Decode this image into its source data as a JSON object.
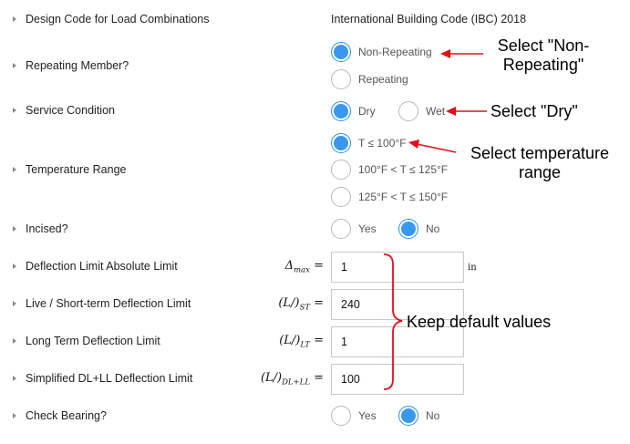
{
  "rows": {
    "design_code": {
      "label": "Design Code for Load Combinations",
      "value": "International Building Code (IBC) 2018"
    },
    "repeating": {
      "label": "Repeating Member?",
      "options": [
        "Non-Repeating",
        "Repeating"
      ],
      "selected": "Non-Repeating"
    },
    "service": {
      "label": "Service Condition",
      "options": [
        "Dry",
        "Wet"
      ],
      "selected": "Dry"
    },
    "temperature": {
      "label": "Temperature Range",
      "options": [
        "T ≤ 100°F",
        "100°F < T ≤ 125°F",
        "125°F < T ≤ 150°F"
      ],
      "selected": "T ≤ 100°F"
    },
    "incised": {
      "label": "Incised?",
      "options": [
        "Yes",
        "No"
      ],
      "selected": "No"
    },
    "deflection_abs": {
      "label": "Deflection Limit Absolute Limit",
      "symbol": "Δ",
      "sub": "max",
      "eq": " =",
      "value": "1",
      "unit": "in"
    },
    "live_short": {
      "label": "Live / Short-term Deflection Limit",
      "symbol": "(L/)",
      "sub": "ST",
      "eq": " =",
      "value": "240"
    },
    "long_term": {
      "label": "Long Term Deflection Limit",
      "symbol": "(L/)",
      "sub": "LT",
      "eq": " =",
      "value": "1"
    },
    "simplified": {
      "label": "Simplified DL+LL Deflection Limit",
      "symbol": "(L/)",
      "sub": "DL+LL",
      "eq": " =",
      "value": "100"
    },
    "check_bearing": {
      "label": "Check Bearing?",
      "options": [
        "Yes",
        "No"
      ],
      "selected": "No"
    }
  },
  "annotations": {
    "non_repeating": [
      "Select \"Non-",
      "Repeating\""
    ],
    "dry": "Select \"Dry\"",
    "temperature": [
      "Select temperature",
      "range"
    ],
    "defaults": "Keep default values"
  },
  "colors": {
    "accent": "#3a97ee",
    "annotation_arrow": "#e0101a"
  },
  "icons": {
    "row_caret": "caret-right-icon"
  }
}
